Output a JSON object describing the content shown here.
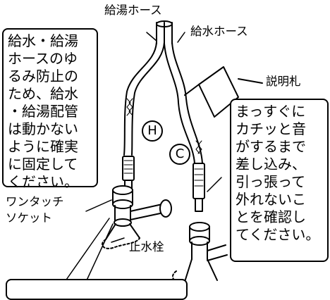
{
  "labels": {
    "hot_water_hose": "給湯ホース",
    "cold_water_hose": "給水ホース",
    "tag": "説明札",
    "one_touch_socket": [
      "ワンタッチ",
      "ソケット"
    ],
    "stop_valve": "止水栓"
  },
  "markers": {
    "hot": "H",
    "cold": "C"
  },
  "notes": {
    "left": [
      "給水・給湯",
      "ホースのゆ",
      "るみ防止の",
      "ため、給水",
      "・給湯配管",
      "は動かない",
      "ように確実",
      "に固定して",
      "ください。"
    ],
    "right": [
      "まっすぐに",
      "カチッと音",
      "がするまで",
      "差し込み、",
      "引っ張って",
      "外れないこ",
      "とを確認し",
      "てください。"
    ]
  },
  "colors": {
    "line": "#000000",
    "background": "#ffffff"
  }
}
